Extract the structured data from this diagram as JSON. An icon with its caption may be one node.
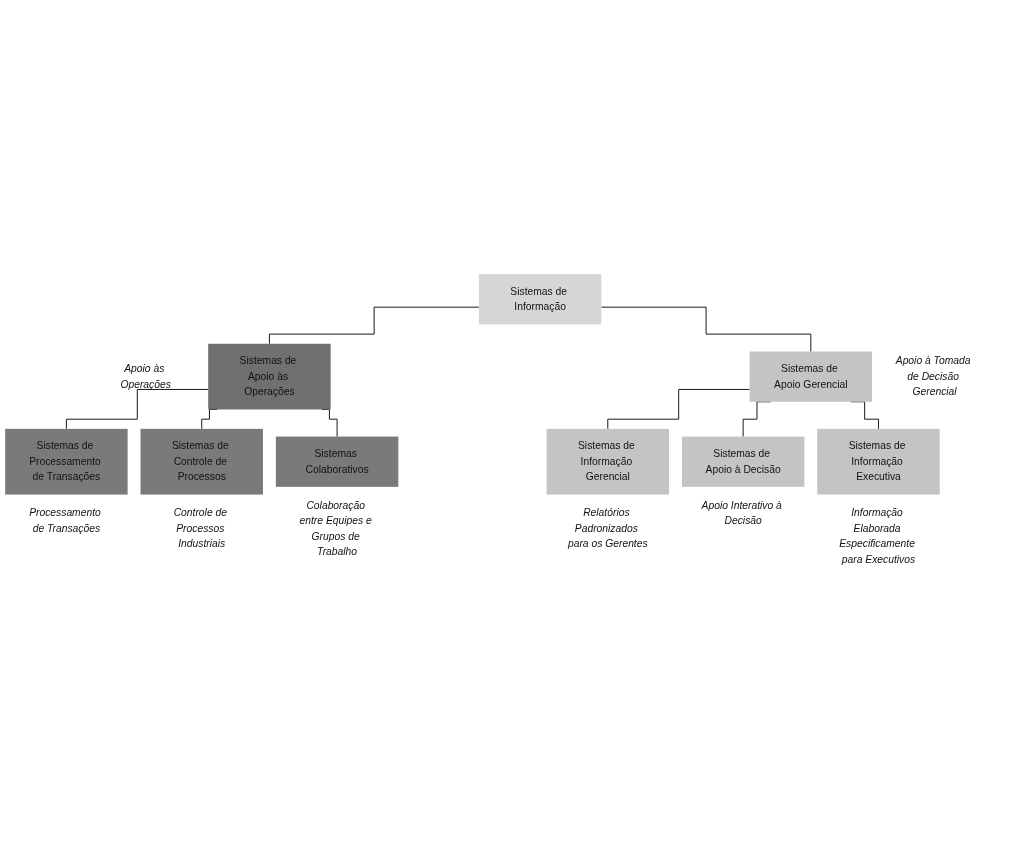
{
  "diagram": {
    "nodes": [
      {
        "text": [
          "Sistemas de Informação"
        ]
      },
      {
        "text": [
          "Sistemas de Apoio às Operações"
        ],
        "beside": [
          "Apoio às Operações"
        ]
      },
      {
        "text": [
          "Sistemas de Apoio Gerencial"
        ],
        "beside": [
          "Apoio à Tomada de Decisão Gerencial"
        ]
      },
      {
        "text": [
          "Sistemas de Processamento de Transações"
        ],
        "beside": [
          "Processamento de Transações"
        ]
      },
      {
        "text": [
          "Sistemas de Controle de Processos"
        ],
        "beside": [
          "Controle de Processos Industriais"
        ]
      },
      {
        "text": [
          "Sistemas Colaborativos"
        ],
        "beside": [
          "Colaboração entre Equipes e Grupos de Trabalho"
        ]
      },
      {
        "text": [
          "Sistemas de Informação Gerencial"
        ],
        "beside": [
          "Relatórios Padronizados para os Gerentes"
        ]
      },
      {
        "text": [
          "Sistemas de Apoio à Decisão"
        ],
        "beside": [
          "Apoio Interativo à Decisão"
        ]
      },
      {
        "text": [
          "Sistemas de Informação Executiva"
        ],
        "beside": [
          "Informação Elaborada Especificamente para Executivos"
        ]
      }
    ],
    "edges": [
      {
        "from": 0,
        "to": 1,
        "arrow": "none"
      },
      {
        "from": 0,
        "to": 2,
        "arrow": "none"
      },
      {
        "from": 1,
        "to": 3,
        "arrow": "none"
      },
      {
        "from": 1,
        "to": 4,
        "arrow": "none"
      },
      {
        "from": 1,
        "to": 5,
        "arrow": "none"
      },
      {
        "from": 2,
        "to": 6,
        "arrow": "none"
      },
      {
        "from": 2,
        "to": 7,
        "arrow": "none"
      },
      {
        "from": 2,
        "to": 8,
        "arrow": "none"
      }
    ]
  }
}
